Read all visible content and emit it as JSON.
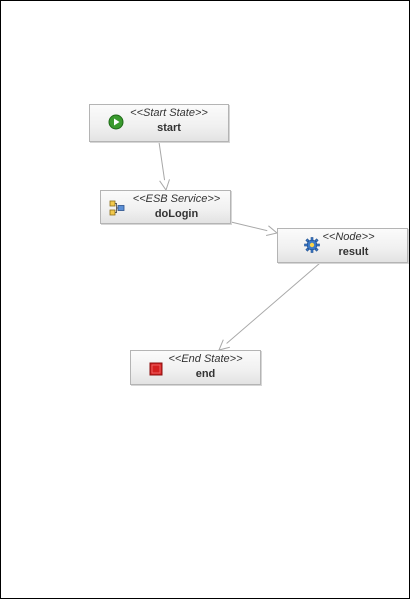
{
  "nodes": {
    "start": {
      "stereotype": "<<Start State>>",
      "name": "start",
      "icon": "play-icon"
    },
    "dologin": {
      "stereotype": "<<ESB Service>>",
      "name": "doLogin",
      "icon": "esb-service-icon"
    },
    "result": {
      "stereotype": "<<Node>>",
      "name": "result",
      "icon": "gear-icon"
    },
    "end": {
      "stereotype": "<<End State>>",
      "name": "end",
      "icon": "stop-icon"
    }
  },
  "transitions": [
    {
      "from": "start",
      "to": "dologin"
    },
    {
      "from": "dologin",
      "to": "result"
    },
    {
      "from": "result",
      "to": "end"
    }
  ],
  "colors": {
    "edge": "#a8a8a8",
    "start_icon": "#3a9a2e",
    "end_icon": "#d42020",
    "gear_icon": "#3a78c8"
  }
}
